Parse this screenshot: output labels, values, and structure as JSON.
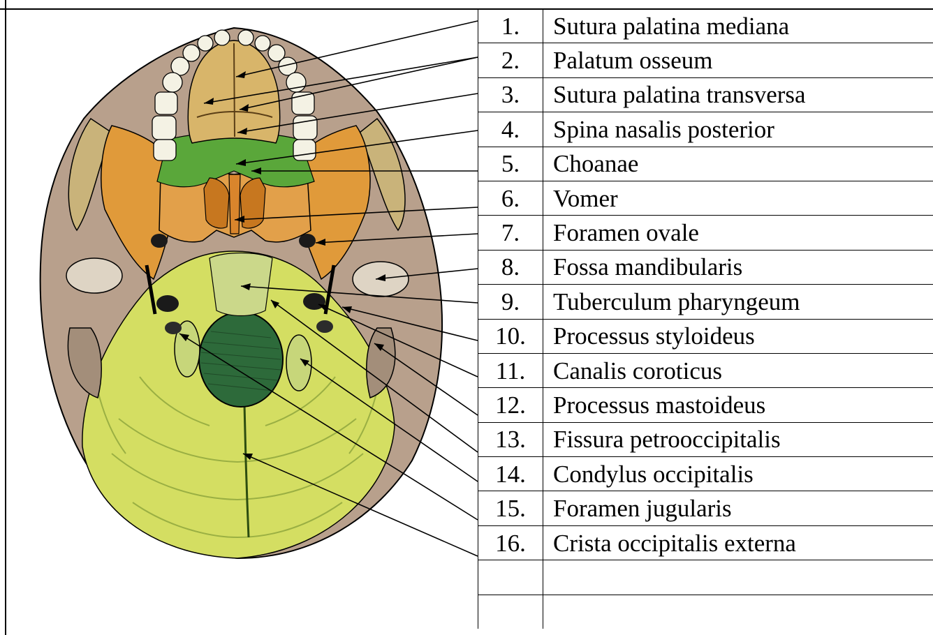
{
  "legend": {
    "items": [
      {
        "number": "1.",
        "term": "Sutura palatina mediana"
      },
      {
        "number": "2.",
        "term": "Palatum osseum"
      },
      {
        "number": "3.",
        "term": "Sutura palatina transversa"
      },
      {
        "number": "4.",
        "term": "Spina nasalis posterior"
      },
      {
        "number": "5.",
        "term": "Choanae"
      },
      {
        "number": "6.",
        "term": "Vomer"
      },
      {
        "number": "7.",
        "term": "Foramen ovale"
      },
      {
        "number": "8.",
        "term": "Fossa mandibularis"
      },
      {
        "number": "9.",
        "term": "Tuberculum pharyngeum"
      },
      {
        "number": "10.",
        "term": "Processus styloideus"
      },
      {
        "number": "11.",
        "term": "Canalis coroticus"
      },
      {
        "number": "12.",
        "term": "Processus mastoideus"
      },
      {
        "number": "13.",
        "term": "Fissura petrooccipitalis"
      },
      {
        "number": "14.",
        "term": "Condylus occipitalis"
      },
      {
        "number": "15.",
        "term": "Foramen jugularis"
      },
      {
        "number": "16.",
        "term": "Crista occipitalis externa"
      },
      {
        "number": "",
        "term": ""
      },
      {
        "number": "",
        "term": ""
      }
    ]
  },
  "colors": {
    "occipital_bone": "#d4de62",
    "palate": "#d8b56a",
    "sphenoid_green": "#5aa73a",
    "vomer_orange": "#d9852c",
    "temporal_bone": "#b59a88",
    "teeth": "#f4f2e4",
    "foramen_magnum": "#2d6a3a",
    "outline": "#000000"
  }
}
